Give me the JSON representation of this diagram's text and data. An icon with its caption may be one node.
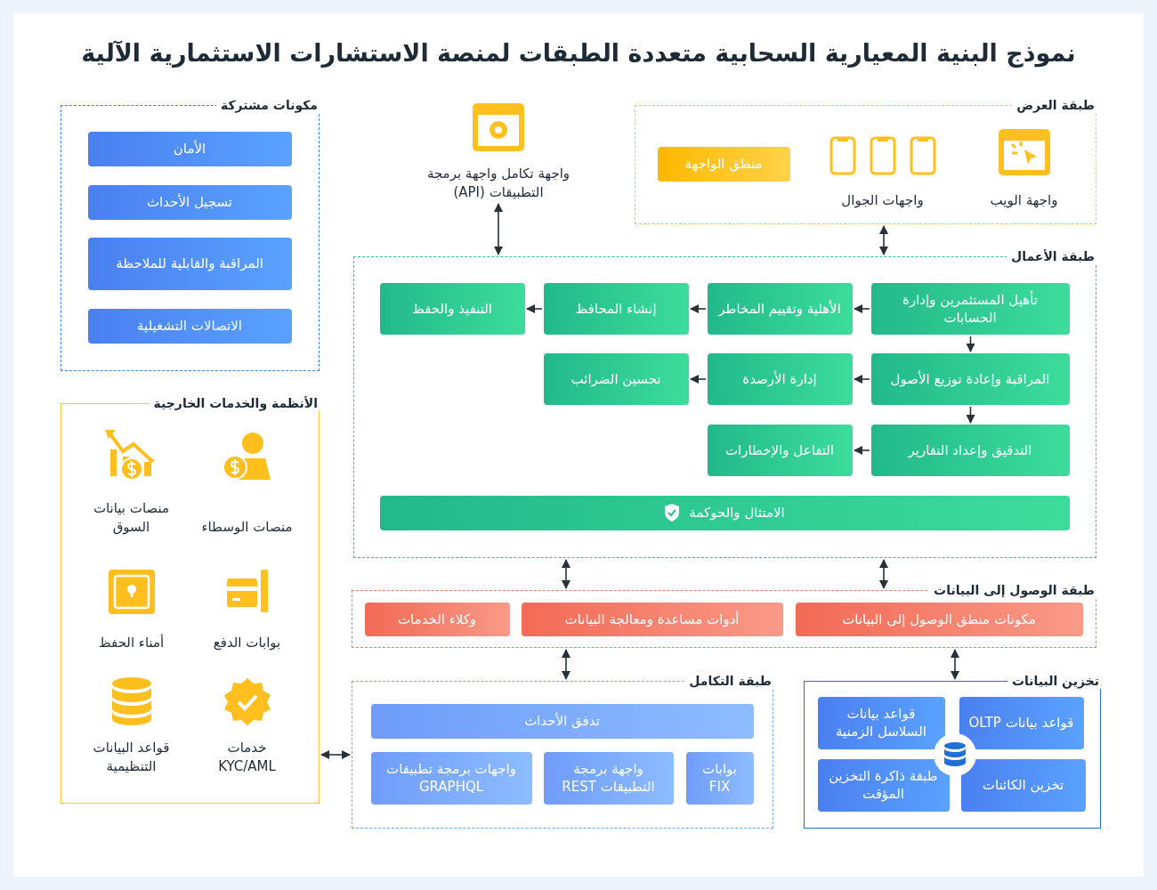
{
  "diagram": {
    "title": "نموذج البنية المعيارية السحابية متعددة الطبقات لمنصة الاستشارات الاستثمارية الآلية",
    "nodes": [
      {
        "text": [
          "طبقة العرض"
        ]
      },
      {
        "text": [
          "واجهة الويب"
        ],
        "in": 0
      },
      {
        "text": [
          "واجهات الجوال"
        ],
        "in": 0
      },
      {
        "text": [
          "منطق الواجهة"
        ],
        "in": 0
      },
      {
        "text": [
          "واجهة تكامل واجهة برمجة التطبيقات (API)"
        ]
      },
      {
        "text": [
          "طبقة الأعمال"
        ]
      },
      {
        "text": [
          "تأهيل المستثمرين وإدارة الحسابات"
        ],
        "in": 5
      },
      {
        "text": [
          "الأهلية وتقييم المخاطر"
        ],
        "in": 5
      },
      {
        "text": [
          "إنشاء المحافظ"
        ],
        "in": 5
      },
      {
        "text": [
          "التنفيذ والحفظ"
        ],
        "in": 5
      },
      {
        "text": [
          "المراقبة وإعادة توزيع الأصول"
        ],
        "in": 5
      },
      {
        "text": [
          "إدارة الأرصدة"
        ],
        "in": 5
      },
      {
        "text": [
          "تحسين الضرائب"
        ],
        "in": 5
      },
      {
        "text": [
          "التدقيق وإعداد التقارير"
        ],
        "in": 5
      },
      {
        "text": [
          "التفاعل والإخطارات"
        ],
        "in": 5
      },
      {
        "text": [
          "الامتثال والحوكمة"
        ],
        "in": 5
      },
      {
        "text": [
          "مكونات مشتركة"
        ]
      },
      {
        "text": [
          "الأمان"
        ],
        "in": 16
      },
      {
        "text": [
          "تسجيل الأحداث"
        ],
        "in": 16
      },
      {
        "text": [
          "المراقبة والقابلية للملاحظة"
        ],
        "in": 16
      },
      {
        "text": [
          "الاتصالات التشغيلية"
        ],
        "in": 16
      },
      {
        "text": [
          "الأنظمة والخدمات الخارجية"
        ]
      },
      {
        "text": [
          "منصات الوسطاء"
        ],
        "in": 21
      },
      {
        "text": [
          "منصات بيانات السوق"
        ],
        "in": 21
      },
      {
        "text": [
          "بوابات الدفع"
        ],
        "in": 21
      },
      {
        "text": [
          "أمناء الحفظ"
        ],
        "in": 21
      },
      {
        "text": [
          "خدمات KYC/AML"
        ],
        "in": 21
      },
      {
        "text": [
          "قواعد البيانات التنظيمية"
        ],
        "in": 21
      },
      {
        "text": [
          "طبقة الوصول إلى البيانات"
        ]
      },
      {
        "text": [
          "مكونات منطق الوصول إلى البيانات"
        ],
        "in": 28
      },
      {
        "text": [
          "أدوات مساعدة ومعالجة البيانات"
        ],
        "in": 28
      },
      {
        "text": [
          "وكلاء الخدمات"
        ],
        "in": 28
      },
      {
        "text": [
          "طبقة التكامل"
        ]
      },
      {
        "text": [
          "تدفق الأحداث"
        ],
        "in": 32
      },
      {
        "text": [
          "بوابات FIX"
        ],
        "in": 32
      },
      {
        "text": [
          "واجهة برمجة التطبيقات REST"
        ],
        "in": 32
      },
      {
        "text": [
          "واجهات برمجة تطبيقات GRAPHQL"
        ],
        "in": 32
      },
      {
        "text": [
          "تخزين البيانات"
        ]
      },
      {
        "text": [
          "قواعد بيانات OLTP"
        ],
        "in": 37
      },
      {
        "text": [
          "قواعد بيانات السلاسل الزمنية"
        ],
        "in": 37
      },
      {
        "text": [
          "تخزين الكائنات"
        ],
        "in": 37
      },
      {
        "text": [
          "طبقة ذاكرة التخزين المؤقت"
        ],
        "in": 37
      }
    ],
    "edges": [
      {
        "from": 4,
        "to": 5,
        "arrow": "both"
      },
      {
        "from": 0,
        "to": 5,
        "arrow": "both"
      },
      {
        "from": 6,
        "to": 7,
        "arrow": "to"
      },
      {
        "from": 7,
        "to": 8,
        "arrow": "to"
      },
      {
        "from": 8,
        "to": 9,
        "arrow": "to"
      },
      {
        "from": 6,
        "to": 10,
        "arrow": "to"
      },
      {
        "from": 10,
        "to": 11,
        "arrow": "to"
      },
      {
        "from": 11,
        "to": 12,
        "arrow": "to"
      },
      {
        "from": 10,
        "to": 13,
        "arrow": "to"
      },
      {
        "from": 13,
        "to": 14,
        "arrow": "to"
      },
      {
        "from": 5,
        "to": 28,
        "arrow": "both"
      },
      {
        "from": 5,
        "to": 28,
        "arrow": "both"
      },
      {
        "from": 28,
        "to": 32,
        "arrow": "both"
      },
      {
        "from": 28,
        "to": 37,
        "arrow": "both"
      },
      {
        "from": 32,
        "to": 21,
        "arrow": "both"
      }
    ]
  }
}
